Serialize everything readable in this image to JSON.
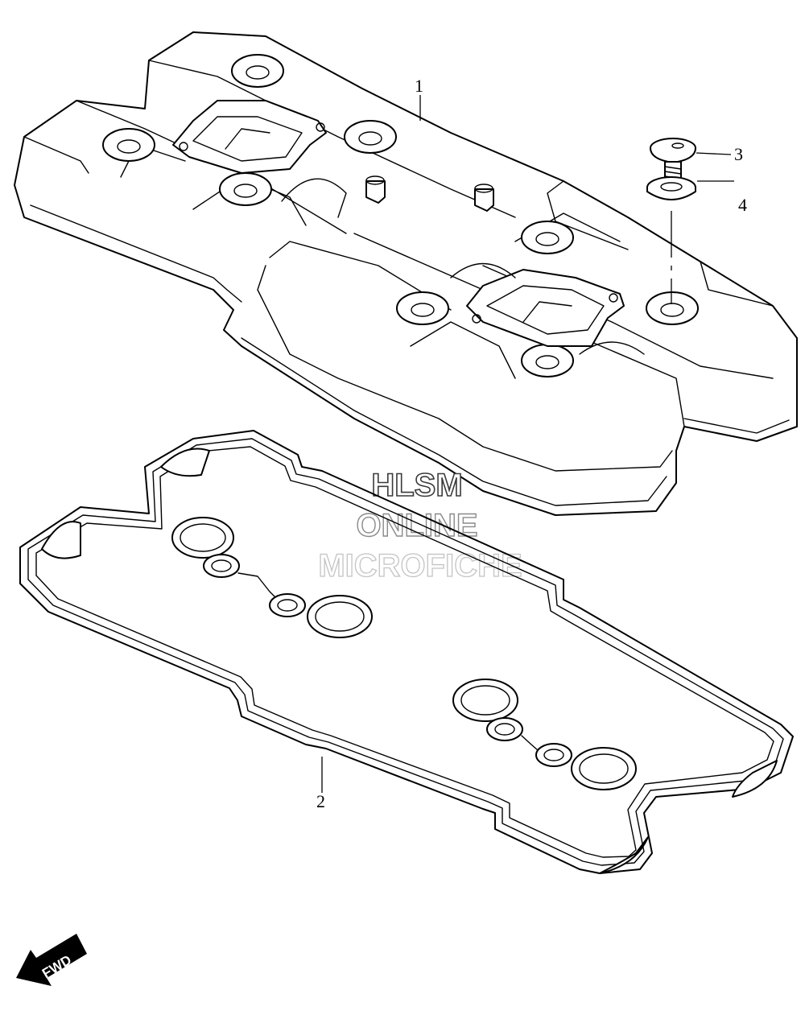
{
  "callouts": [
    {
      "id": "1",
      "part": "cylinder-head-cover"
    },
    {
      "id": "2",
      "part": "cover-gasket"
    },
    {
      "id": "3",
      "part": "bolt"
    },
    {
      "id": "4",
      "part": "washer"
    }
  ],
  "watermark": {
    "line1": "HLSM",
    "line2": "ONLINE",
    "line3": "MICROFICHE"
  },
  "direction_label": "FWD",
  "colors": {
    "line": "#000000",
    "background": "#ffffff",
    "watermark_dark": "#3a3a3a",
    "watermark_mid": "#8a8a8a",
    "watermark_light": "#c4c4c4"
  }
}
